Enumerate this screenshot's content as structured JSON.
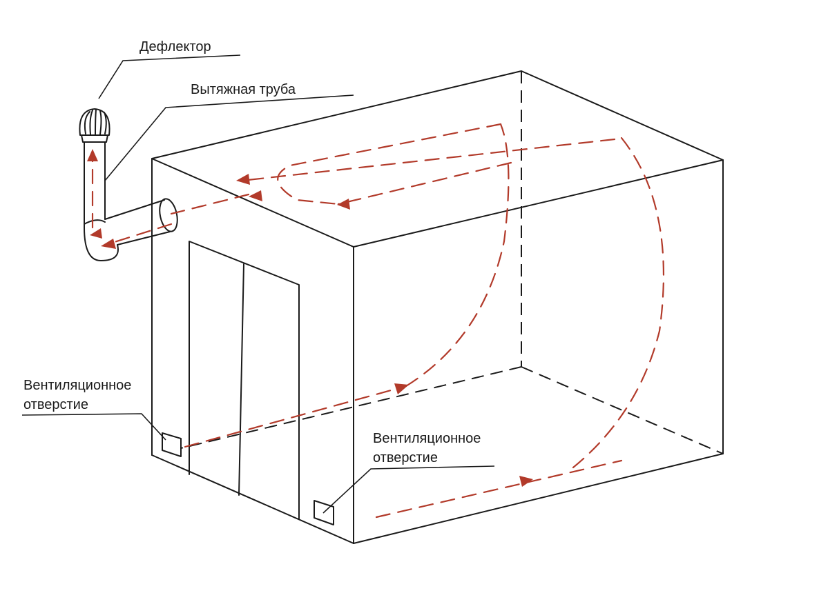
{
  "labels": {
    "deflector": "Дефлектор",
    "exhaust_pipe": "Вытяжная труба",
    "vent_left_line1": "Вентиляционное",
    "vent_left_line2": "отверстие",
    "vent_right_line1": "Вентиляционное",
    "vent_right_line2": "отверстие"
  },
  "colors": {
    "outline": "#1a1a1a",
    "airflow": "#b23a2a",
    "background": "#ffffff"
  }
}
